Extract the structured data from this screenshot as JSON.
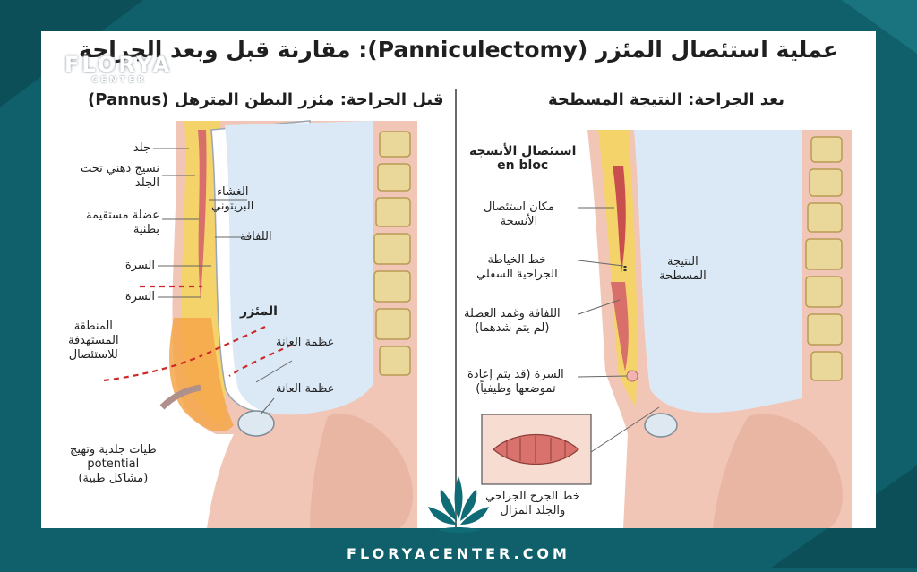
{
  "title": "عملية استئصال المئزر (Panniculectomy): مقارنة قبل وبعد الجراحة",
  "left_panel": {
    "heading": "قبل الجراحة: مئزر البطن المترهل (Pannus)",
    "labels": {
      "skin": "جلد",
      "subcut_fat": "نسيج دهني تحت\nالجلد",
      "rectus": "عضلة مستقيمة\nبطنية",
      "navel_1": "السرة",
      "navel_2": "السرة",
      "target_zone": "المنطقة\nالمستهدفة\nللاستئصال",
      "peritoneum": "الغشاء\nالبريتوني",
      "fascia": "اللفافة",
      "pannus": "المئزر",
      "pubic_bone_1": "عظمة العانة",
      "pubic_bone_2": "عظمة العانة",
      "skin_folds": "طيات جلدية وتهيج\npotential\n(مشاكل طبية)"
    }
  },
  "right_panel": {
    "heading": "بعد الجراحة: النتيجة المسطحة",
    "labels": {
      "en_bloc": "استئصال الأنسجة\nen bloc",
      "excision_site": "مكان استئصال\nالأنسجة",
      "lower_suture": "خط الخياطة\nالجراحية السفلي",
      "fascia_muscle": "اللفافة وغمد العضلة\n(لم يتم شدهما)",
      "navel": "السرة (قد يتم إعادة\nتموضعها وظيفياً)",
      "flat_result": "النتيجة\nالمسطحة",
      "incision_line": "خط الجرح الجراحي\nوالجلد المزال"
    }
  },
  "brand": {
    "name": "FLORYA",
    "sub": "CENTER",
    "footer": "FLORYACENTER.COM"
  },
  "colors": {
    "frame": "#10606b",
    "skin": "#f2c6b6",
    "fat": "#f4d36a",
    "muscle": "#d96f6b",
    "abdomen": "#dbe9f7",
    "vertebra": "#ead79a",
    "arrow": "#cc2a2a"
  }
}
